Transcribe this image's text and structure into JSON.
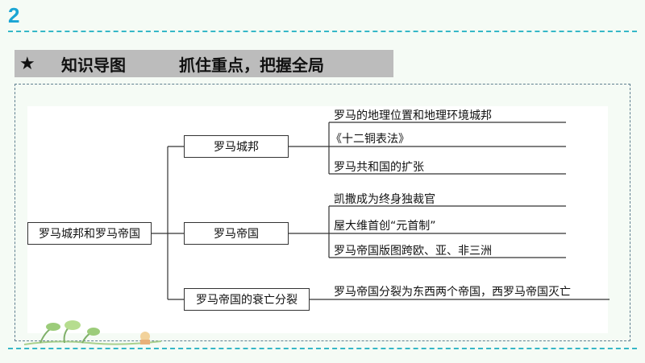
{
  "page_number": "2",
  "header": {
    "star": "★",
    "title": "知识导图",
    "subtitle": "抓住重点，把握全局"
  },
  "mindmap": {
    "root": "罗马城邦和罗马帝国",
    "branches": [
      {
        "label": "罗马城邦",
        "leaves": [
          "罗马的地理位置和地理环境城邦",
          "《十二铜表法》",
          "罗马共和国的扩张"
        ]
      },
      {
        "label": "罗马帝国",
        "leaves": [
          "凯撒成为终身独裁官",
          "屋大维首创“元首制”",
          "罗马帝国版图跨欧、亚、非三洲"
        ]
      },
      {
        "label": "罗马帝国的衰亡分裂",
        "leaves": [
          "罗马帝国分裂为东西两个帝国，西罗马帝国灭亡"
        ]
      }
    ]
  },
  "colors": {
    "accent": "#1aa5d4",
    "dash": "#35b7c7",
    "header_band": "#bcbcbc"
  }
}
